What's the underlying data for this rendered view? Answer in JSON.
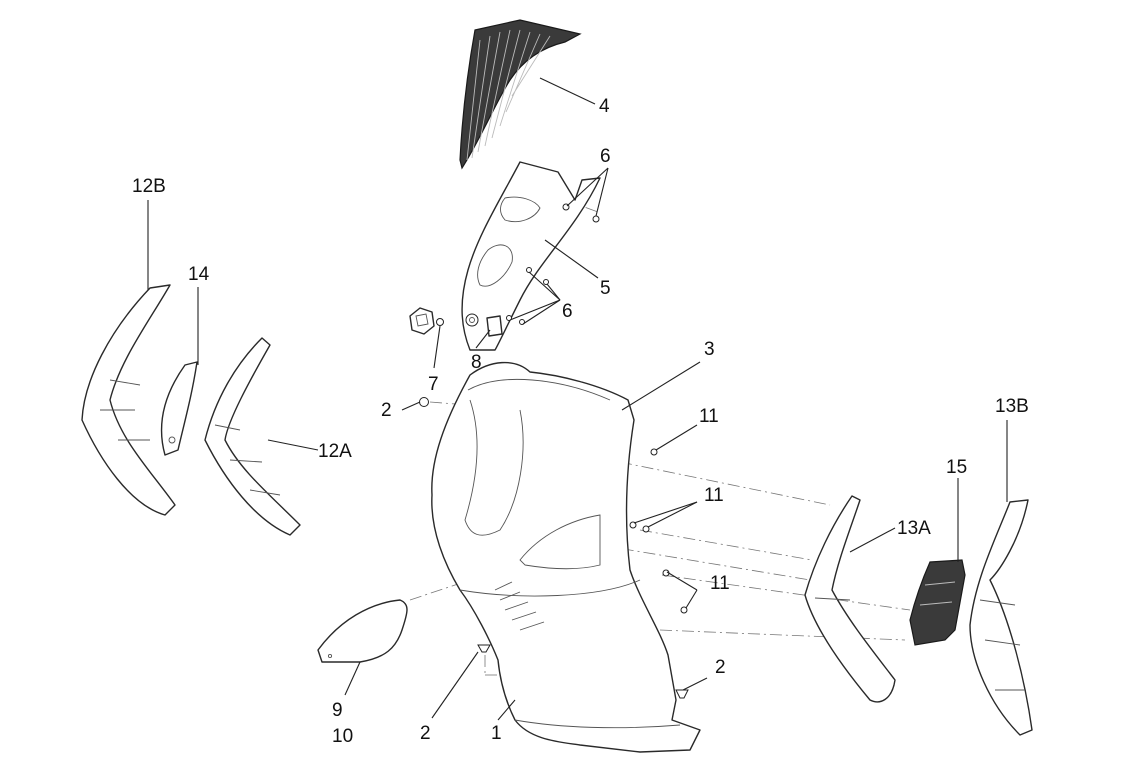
{
  "callouts": {
    "c1": "1",
    "c2a": "2",
    "c2b": "2",
    "c2c": "2",
    "c3": "3",
    "c4": "4",
    "c5": "5",
    "c6a": "6",
    "c6b": "6",
    "c7": "7",
    "c8": "8",
    "c9": "9",
    "c10": "10",
    "c11a": "11",
    "c11b": "11",
    "c11c": "11",
    "c12A": "12A",
    "c12B": "12B",
    "c13A": "13A",
    "c13B": "13B",
    "c14": "14",
    "c15": "15"
  }
}
